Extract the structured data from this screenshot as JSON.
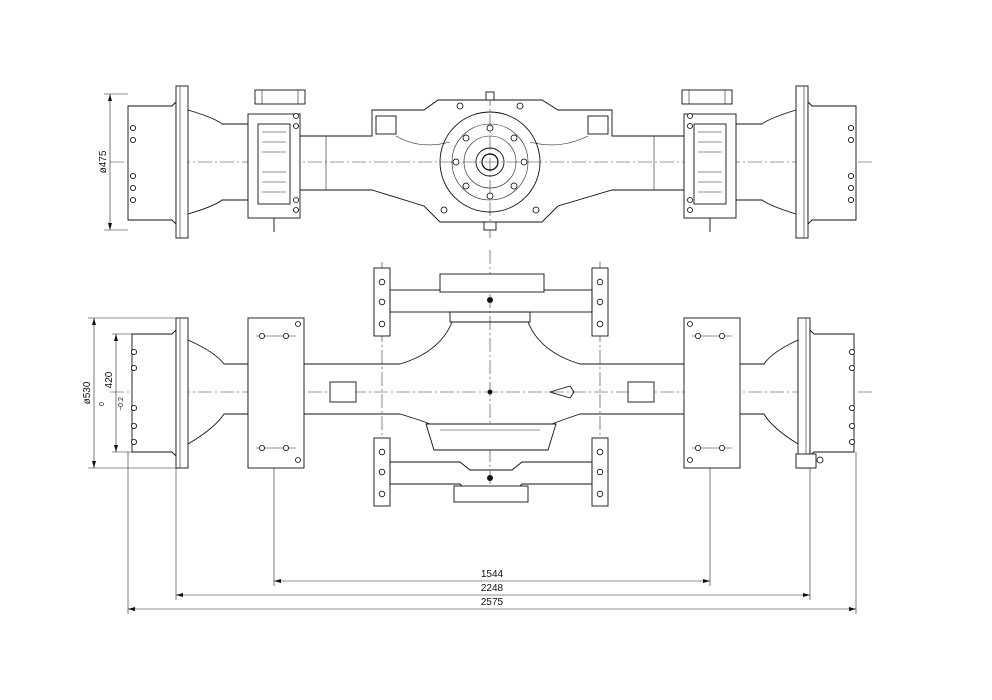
{
  "dimensions": {
    "top_flange_diameter": "ø475",
    "front_flange_diameter": "ø530",
    "front_pilot_diameter_value": "420",
    "front_pilot_tolerance_upper": "0",
    "front_pilot_tolerance_lower": "−0.2",
    "brake_center_distance": "1544",
    "mounting_face_distance": "2248",
    "overall_length": "2575"
  },
  "colors": {
    "line": "#111111",
    "background": "#ffffff"
  }
}
